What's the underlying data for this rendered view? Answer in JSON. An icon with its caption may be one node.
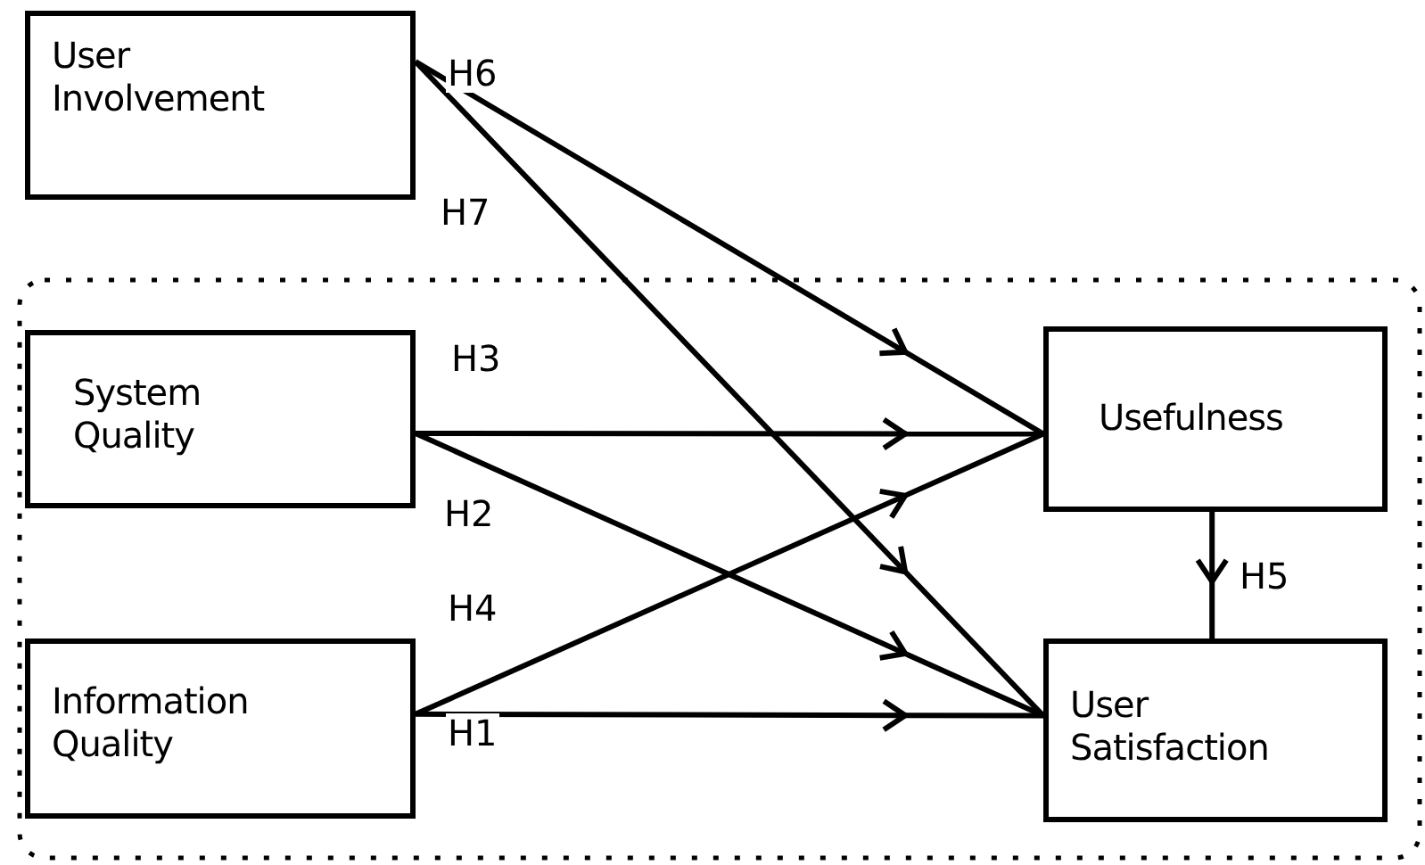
{
  "diagram": {
    "nodes": [
      {
        "text": [
          "User Involvement"
        ]
      },
      {
        "text": [
          "System Quality"
        ]
      },
      {
        "text": [
          "Information Quality"
        ]
      },
      {
        "text": [
          "Usefulness"
        ]
      },
      {
        "text": [
          "User Satisfaction"
        ]
      }
    ],
    "edges": [
      {
        "from": 0,
        "to": 3,
        "arrow": "to",
        "label": "H6"
      },
      {
        "from": 0,
        "to": 4,
        "arrow": "to",
        "label": "H7"
      },
      {
        "from": 1,
        "to": 3,
        "arrow": "to",
        "label": "H3"
      },
      {
        "from": 1,
        "to": 4,
        "arrow": "to",
        "label": "H2"
      },
      {
        "from": 2,
        "to": 3,
        "arrow": "to",
        "label": "H4"
      },
      {
        "from": 2,
        "to": 4,
        "arrow": "to",
        "label": "H1"
      },
      {
        "from": 3,
        "to": 4,
        "arrow": "to",
        "label": "H5"
      }
    ]
  }
}
